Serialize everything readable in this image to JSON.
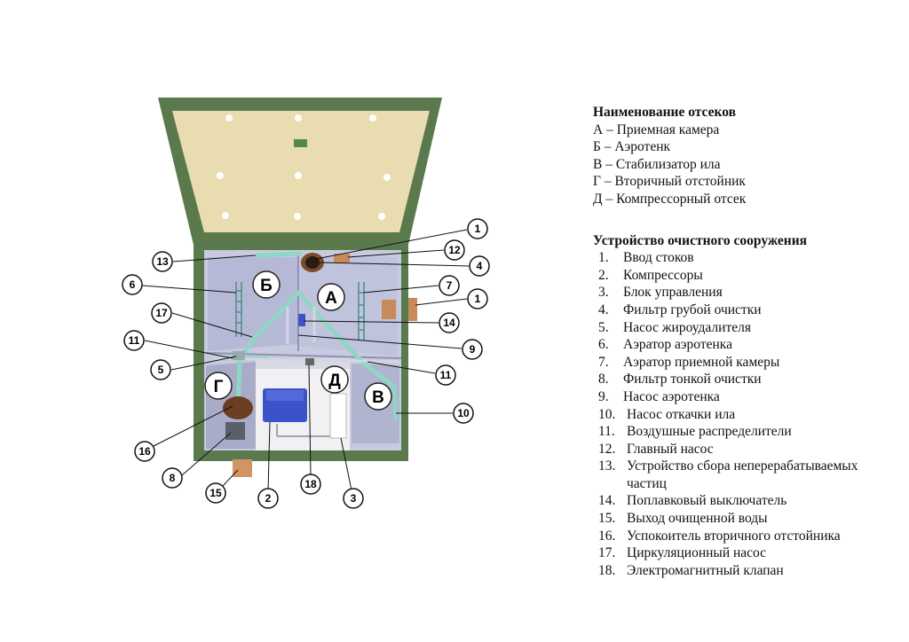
{
  "legend": {
    "compartments_title": "Наименование отсеков",
    "compartments": [
      "А – Приемная камера",
      "Б – Аэротенк",
      "В – Стабилизатор ила",
      "Г – Вторичный отстойник",
      "Д – Компрессорный отсек"
    ],
    "devices_title": "Устройство очистного сооружения",
    "devices": [
      {
        "num": "1.",
        "text": "Ввод стоков"
      },
      {
        "num": "2.",
        "text": "Компрессоры"
      },
      {
        "num": "3.",
        "text": "Блок управления"
      },
      {
        "num": "4.",
        "text": "Фильтр грубой очистки"
      },
      {
        "num": "5.",
        "text": "Насос жироудалителя"
      },
      {
        "num": "6.",
        "text": "Аэратор аэротенка"
      },
      {
        "num": "7.",
        "text": "Аэратор приемной камеры"
      },
      {
        "num": "8.",
        "text": "Фильтр тонкой очистки"
      },
      {
        "num": "9.",
        "text": "Насос аэротенка"
      },
      {
        "num": "10.",
        "text": "Насос откачки ила"
      },
      {
        "num": "11.",
        "text": "Воздушные распределители"
      },
      {
        "num": "12.",
        "text": "Главный насос"
      },
      {
        "num": "13.",
        "text": "Устройство сбора неперерабатываемых",
        "cont": "частиц"
      },
      {
        "num": "14.",
        "text": "Поплавковый выключатель"
      },
      {
        "num": "15.",
        "text": "Выход очищенной воды"
      },
      {
        "num": "16.",
        "text": "Успокоитель вторичного отстойника"
      },
      {
        "num": "17.",
        "text": "Циркуляционный насос"
      },
      {
        "num": "18.",
        "text": "Электромагнитный клапан"
      }
    ]
  },
  "compartment_labels": {
    "a": "А",
    "b": "Б",
    "v": "В",
    "g": "Г",
    "d": "Д"
  },
  "callouts": {
    "c1a": "1",
    "c12": "12",
    "c4": "4",
    "c13": "13",
    "c6": "6",
    "c7": "7",
    "c1b": "1",
    "c17": "17",
    "c14": "14",
    "c11a": "11",
    "c9": "9",
    "c5": "5",
    "c11b": "11",
    "c10": "10",
    "c16": "16",
    "c8": "8",
    "c15": "15",
    "c2": "2",
    "c18": "18",
    "c3": "3"
  },
  "colors": {
    "housing": "#5a7a4e",
    "lid": "#e8dcb0",
    "chamber": "#b9bcd6",
    "pipe": "#8fd6c4",
    "compressor": "#3b53c9",
    "brown_pipe": "#c98a5a"
  }
}
